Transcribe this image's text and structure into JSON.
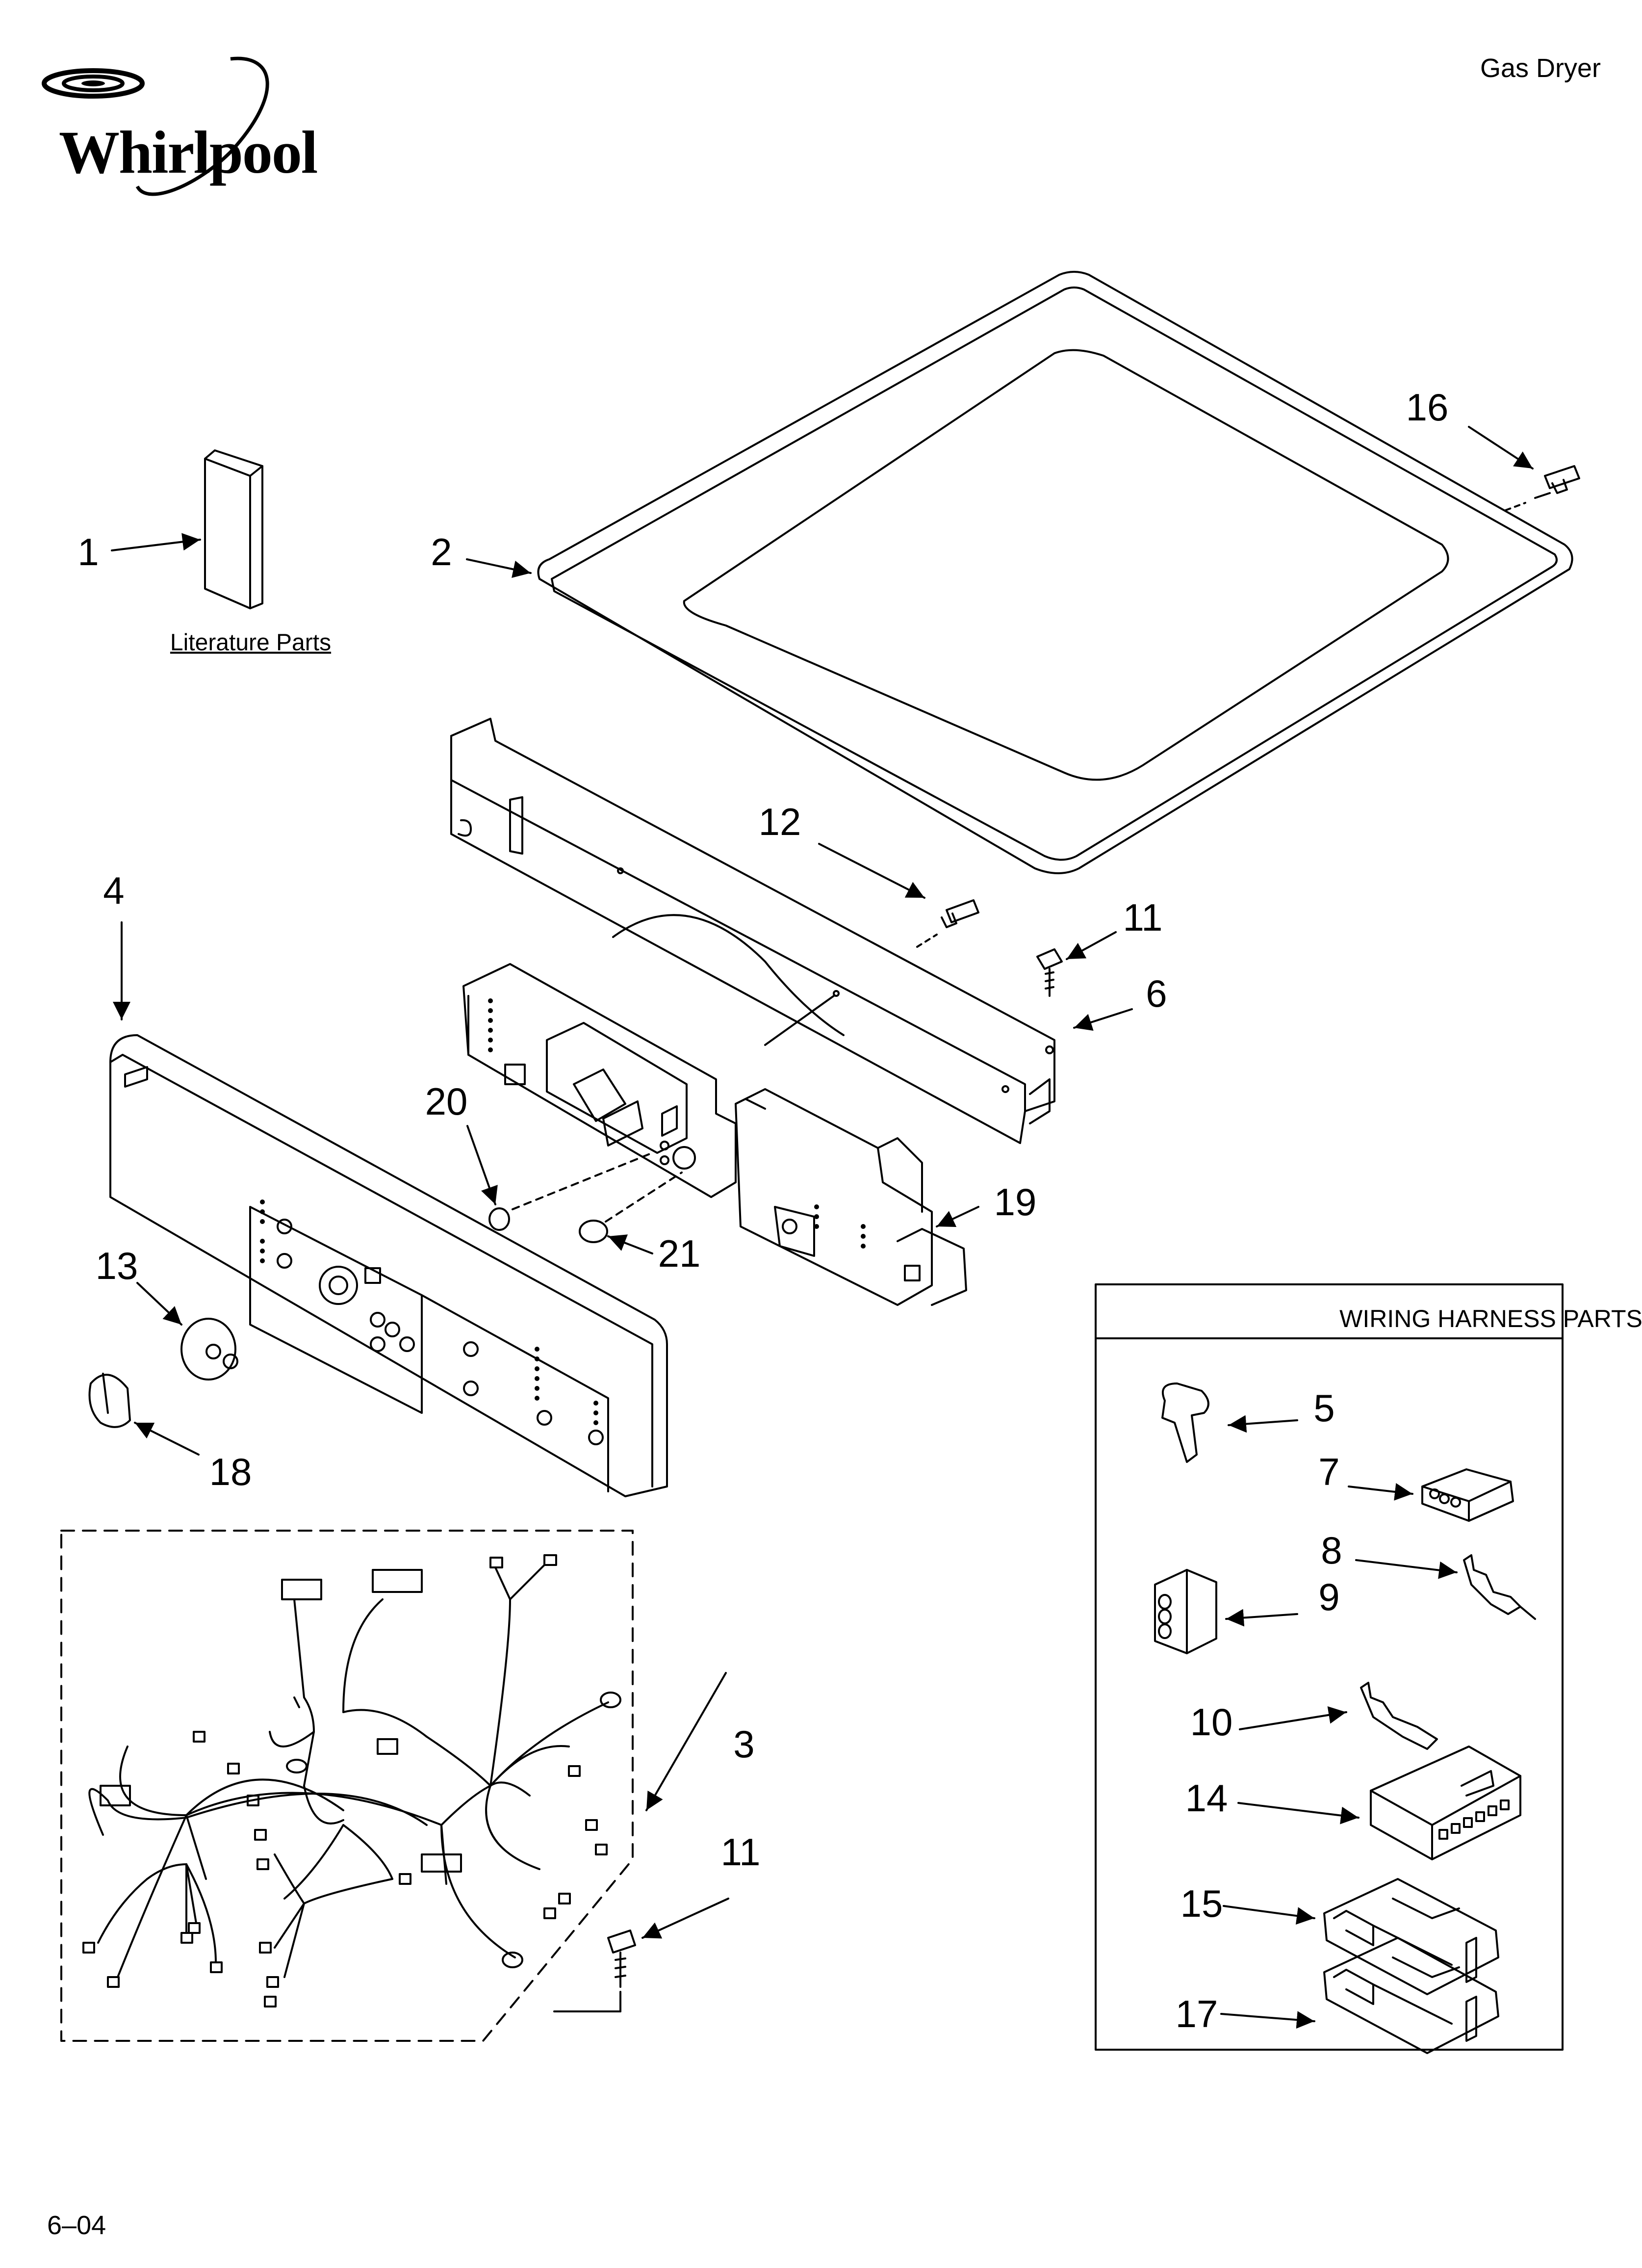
{
  "header": {
    "brand": "Whirlpool",
    "title": "Gas Dryer"
  },
  "footer": {
    "date_code": "6–04"
  },
  "literature": {
    "label": "Literature Parts"
  },
  "wiring_box": {
    "title": "WIRING HARNESS PARTS"
  },
  "callouts": {
    "c1": "1",
    "c2": "2",
    "c3": "3",
    "c4": "4",
    "c5": "5",
    "c6": "6",
    "c7": "7",
    "c8": "8",
    "c9": "9",
    "c10": "10",
    "c11a": "11",
    "c11b": "11",
    "c12": "12",
    "c13": "13",
    "c14": "14",
    "c15": "15",
    "c16": "16",
    "c17": "17",
    "c18": "18",
    "c19": "19",
    "c20": "20",
    "c21": "21"
  },
  "icons": {
    "logo": "whirlpool-swirl-logo"
  }
}
